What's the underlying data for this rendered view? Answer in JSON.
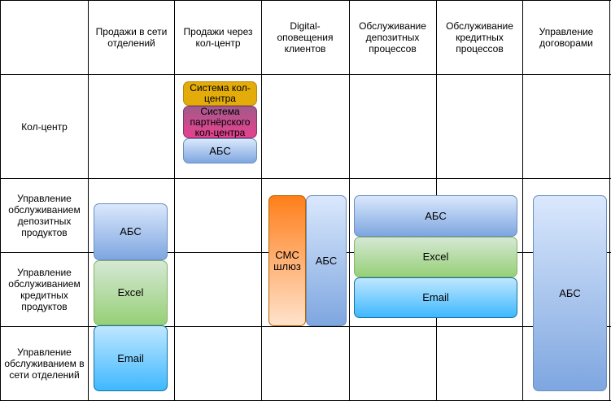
{
  "columns": [
    "Продажи в сети отделений",
    "Продажи через кол-центр",
    "Digital-оповещения клиентов",
    "Обслуживание депозитных процессов",
    "Обслуживание кредитных процессов",
    "Управление договорами"
  ],
  "rows": [
    "Кол-центр",
    "Управление обслуживанием депозитных продуктов",
    "Управление обслуживанием кредитных продуктов",
    "Управление обслуживанием в сети отделений"
  ],
  "boxes": {
    "call_center_system": "Система кол-центра",
    "partner_call_center": "Система партнёрского кол-центра",
    "abs_call": "АБС",
    "abs_branch": "АБС",
    "excel_branch": "Excel",
    "email_branch": "Email",
    "sms_gateway": "СМС шлюз",
    "abs_digital": "АБС",
    "abs_deposit": "АБС",
    "excel_deposit": "Excel",
    "email_deposit": "Email",
    "abs_contracts": "АБС"
  }
}
